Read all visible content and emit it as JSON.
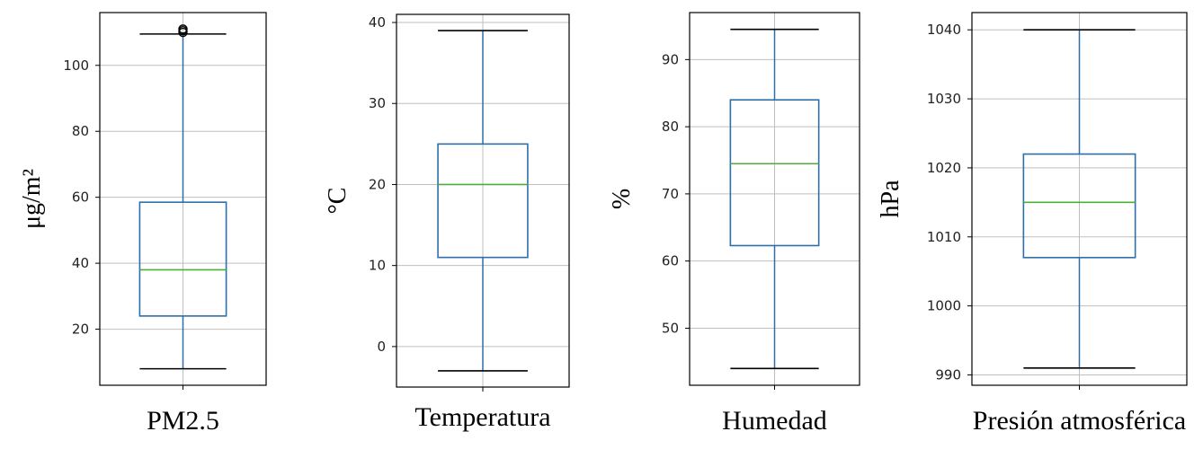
{
  "chart_data": [
    {
      "type": "box",
      "category": "PM2.5",
      "ylabel": "μg/m²",
      "ylim": [
        3,
        116
      ],
      "yticks": [
        20,
        40,
        60,
        80,
        100
      ],
      "whisker_low": 8,
      "q1": 24,
      "median": 38,
      "q3": 58.5,
      "whisker_high": 109.5,
      "outliers": [
        110,
        110.5,
        111
      ],
      "grid": true
    },
    {
      "type": "box",
      "category": "Temperatura",
      "ylabel": "°C",
      "ylim": [
        -5,
        41
      ],
      "yticks": [
        0,
        10,
        20,
        30,
        40
      ],
      "whisker_low": -3,
      "q1": 11,
      "median": 20,
      "q3": 25,
      "whisker_high": 39,
      "outliers": [],
      "grid": true
    },
    {
      "type": "box",
      "category": "Humedad",
      "ylabel": "%",
      "ylim": [
        41.5,
        97
      ],
      "yticks": [
        50,
        60,
        70,
        80,
        90
      ],
      "whisker_low": 44,
      "q1": 62.3,
      "median": 74.5,
      "q3": 84,
      "whisker_high": 94.5,
      "outliers": [],
      "grid": true
    },
    {
      "type": "box",
      "category": "Presión atmosférica",
      "ylabel": "hPa",
      "ylim": [
        988.5,
        1042.5
      ],
      "yticks": [
        990,
        1000,
        1010,
        1020,
        1030,
        1040
      ],
      "whisker_low": 991,
      "q1": 1007,
      "median": 1015,
      "q3": 1022,
      "whisker_high": 1040,
      "outliers": [],
      "grid": true
    }
  ],
  "colors": {
    "box": "#2e6fa8",
    "median": "#4caf3a",
    "whisker_cap": "#000000",
    "grid": "#bfbfbf",
    "axes": "#000000"
  }
}
